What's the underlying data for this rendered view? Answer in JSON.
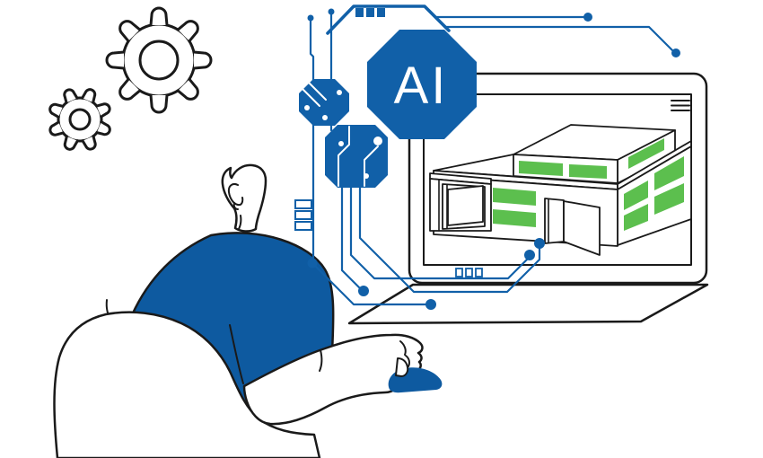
{
  "ai_badge": {
    "label": "AI"
  },
  "colors": {
    "background": "#FFFFFF",
    "brand_blue": "#1160A8",
    "person_blue": "#0E5AA0",
    "window_green": "#5CBF4E",
    "outline_black": "#1A1A1A"
  },
  "icons": {
    "large_gear": "gear-icon",
    "small_gear": "gear-icon",
    "ai_badge": "ai-octagon-icon",
    "upper_chip": "circuit-chip-icon",
    "lower_chip": "circuit-chip-icon",
    "memory_bars": "memory-module-icon",
    "pin_header": "pin-header-icon",
    "circuit_traces": "circuit-trace-lines",
    "laptop": "laptop-icon",
    "building": "smart-factory-icon",
    "menu": "hamburger-menu-icon",
    "person": "person-at-computer",
    "mouse": "computer-mouse-icon"
  }
}
